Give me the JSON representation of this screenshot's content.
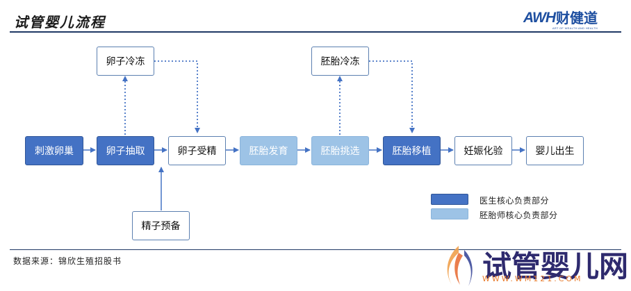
{
  "header": {
    "title": "试管婴儿流程"
  },
  "logo": {
    "brand": "AWH",
    "brand_cn": "财健道",
    "tagline": "ART OF WEALTH AND HEALTH"
  },
  "nodes": {
    "stimulate": "刺激卵巢",
    "retrieve": "卵子抽取",
    "egg_freeze": "卵子冷冻",
    "fertilize": "卵子受精",
    "sperm_prep": "精子预备",
    "embryo_develop": "胚胎发育",
    "embryo_freeze": "胚胎冷冻",
    "embryo_select": "胚胎挑选",
    "embryo_transfer": "胚胎移植",
    "pregnancy_test": "妊娠化验",
    "birth": "婴儿出生"
  },
  "legend": {
    "doctor": {
      "label": "医生核心负责部分",
      "color": "#4472c4"
    },
    "embryologist": {
      "label": "胚胎师核心负责部分",
      "color": "#9dc3e6"
    }
  },
  "footer": {
    "source": "数据来源：锦欣生殖招股书"
  },
  "watermark": {
    "text": "试管婴儿网",
    "url": "WWW.WM121.COM"
  }
}
